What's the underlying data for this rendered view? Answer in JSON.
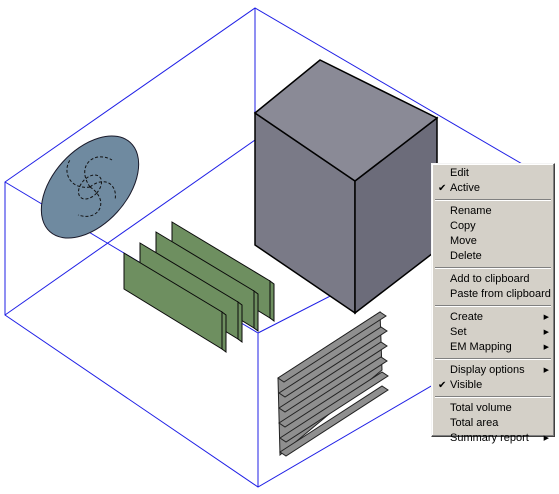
{
  "colors": {
    "bounding_box": "#1f1fe6",
    "fan_fill": "#6f8aa0",
    "board_fill": "#6e8f60",
    "block_front": "#7a7a87",
    "block_side": "#6c6c7a",
    "block_top": "#8a8a96",
    "heatsink_fill": "#8f8f8f",
    "menu_bg": "#d4d0c8"
  },
  "scene_objects": [
    {
      "name": "bounding-box"
    },
    {
      "name": "fan-icon"
    },
    {
      "name": "pcb-card"
    },
    {
      "name": "block-component"
    },
    {
      "name": "heatsink-component"
    }
  ],
  "context_menu": {
    "groups": [
      [
        {
          "id": "edit",
          "label": "Edit",
          "checked": false,
          "submenu": false
        },
        {
          "id": "active",
          "label": "Active",
          "checked": true,
          "submenu": false
        }
      ],
      [
        {
          "id": "rename",
          "label": "Rename",
          "checked": false,
          "submenu": false
        },
        {
          "id": "copy",
          "label": "Copy",
          "checked": false,
          "submenu": false
        },
        {
          "id": "move",
          "label": "Move",
          "checked": false,
          "submenu": false
        },
        {
          "id": "delete",
          "label": "Delete",
          "checked": false,
          "submenu": false
        }
      ],
      [
        {
          "id": "add-to-clipboard",
          "label": "Add to clipboard",
          "checked": false,
          "submenu": false
        },
        {
          "id": "paste-from-clipboard",
          "label": "Paste from clipboard",
          "checked": false,
          "submenu": false
        }
      ],
      [
        {
          "id": "create",
          "label": "Create",
          "checked": false,
          "submenu": true
        },
        {
          "id": "set",
          "label": "Set",
          "checked": false,
          "submenu": true
        },
        {
          "id": "em-mapping",
          "label": "EM Mapping",
          "checked": false,
          "submenu": true
        }
      ],
      [
        {
          "id": "display-options",
          "label": "Display options",
          "checked": false,
          "submenu": true
        },
        {
          "id": "visible",
          "label": "Visible",
          "checked": true,
          "submenu": false
        }
      ],
      [
        {
          "id": "total-volume",
          "label": "Total volume",
          "checked": false,
          "submenu": false
        },
        {
          "id": "total-area",
          "label": "Total area",
          "checked": false,
          "submenu": false
        },
        {
          "id": "summary-report",
          "label": "Summary report",
          "checked": false,
          "submenu": true
        }
      ]
    ]
  }
}
